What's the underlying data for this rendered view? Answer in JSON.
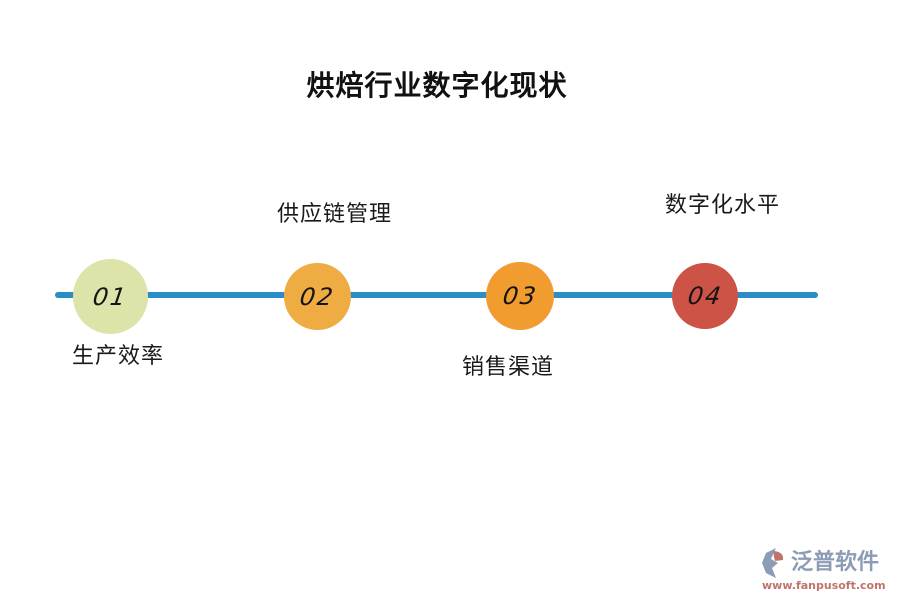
{
  "title": "烘焙行业数字化现状",
  "timeline": {
    "line_color": "#2a8dc5",
    "items": [
      {
        "number": "01",
        "label": "生产效率",
        "label_position": "below",
        "color": "#dde3a9"
      },
      {
        "number": "02",
        "label": "供应链管理",
        "label_position": "above",
        "color": "#eeac42"
      },
      {
        "number": "03",
        "label": "销售渠道",
        "label_position": "below",
        "color": "#f09c2e"
      },
      {
        "number": "04",
        "label": "数字化水平",
        "label_position": "above",
        "color": "#cc5345"
      }
    ]
  },
  "watermark": {
    "brand": "泛普软件",
    "url": "www.fanpusoft.com",
    "brand_color": "#8d9cb6",
    "url_color": "#c0736b",
    "logo_icon": "fanpu-logo-icon"
  }
}
